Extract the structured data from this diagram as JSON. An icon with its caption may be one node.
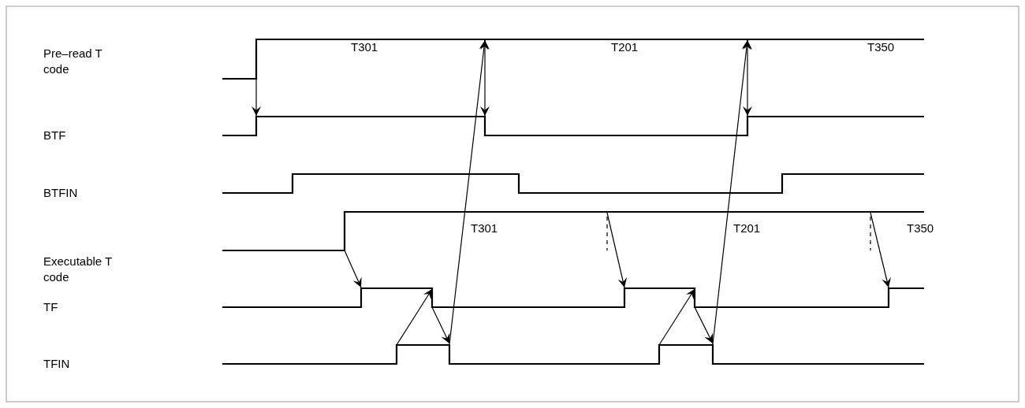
{
  "diagram": {
    "labels": [
      "Pre–read T code",
      "T301",
      "T201",
      "T350",
      "BTF",
      "BTFIN",
      "Executable T code",
      "T301",
      "T201",
      "T350",
      "TF",
      "TFIN"
    ]
  }
}
